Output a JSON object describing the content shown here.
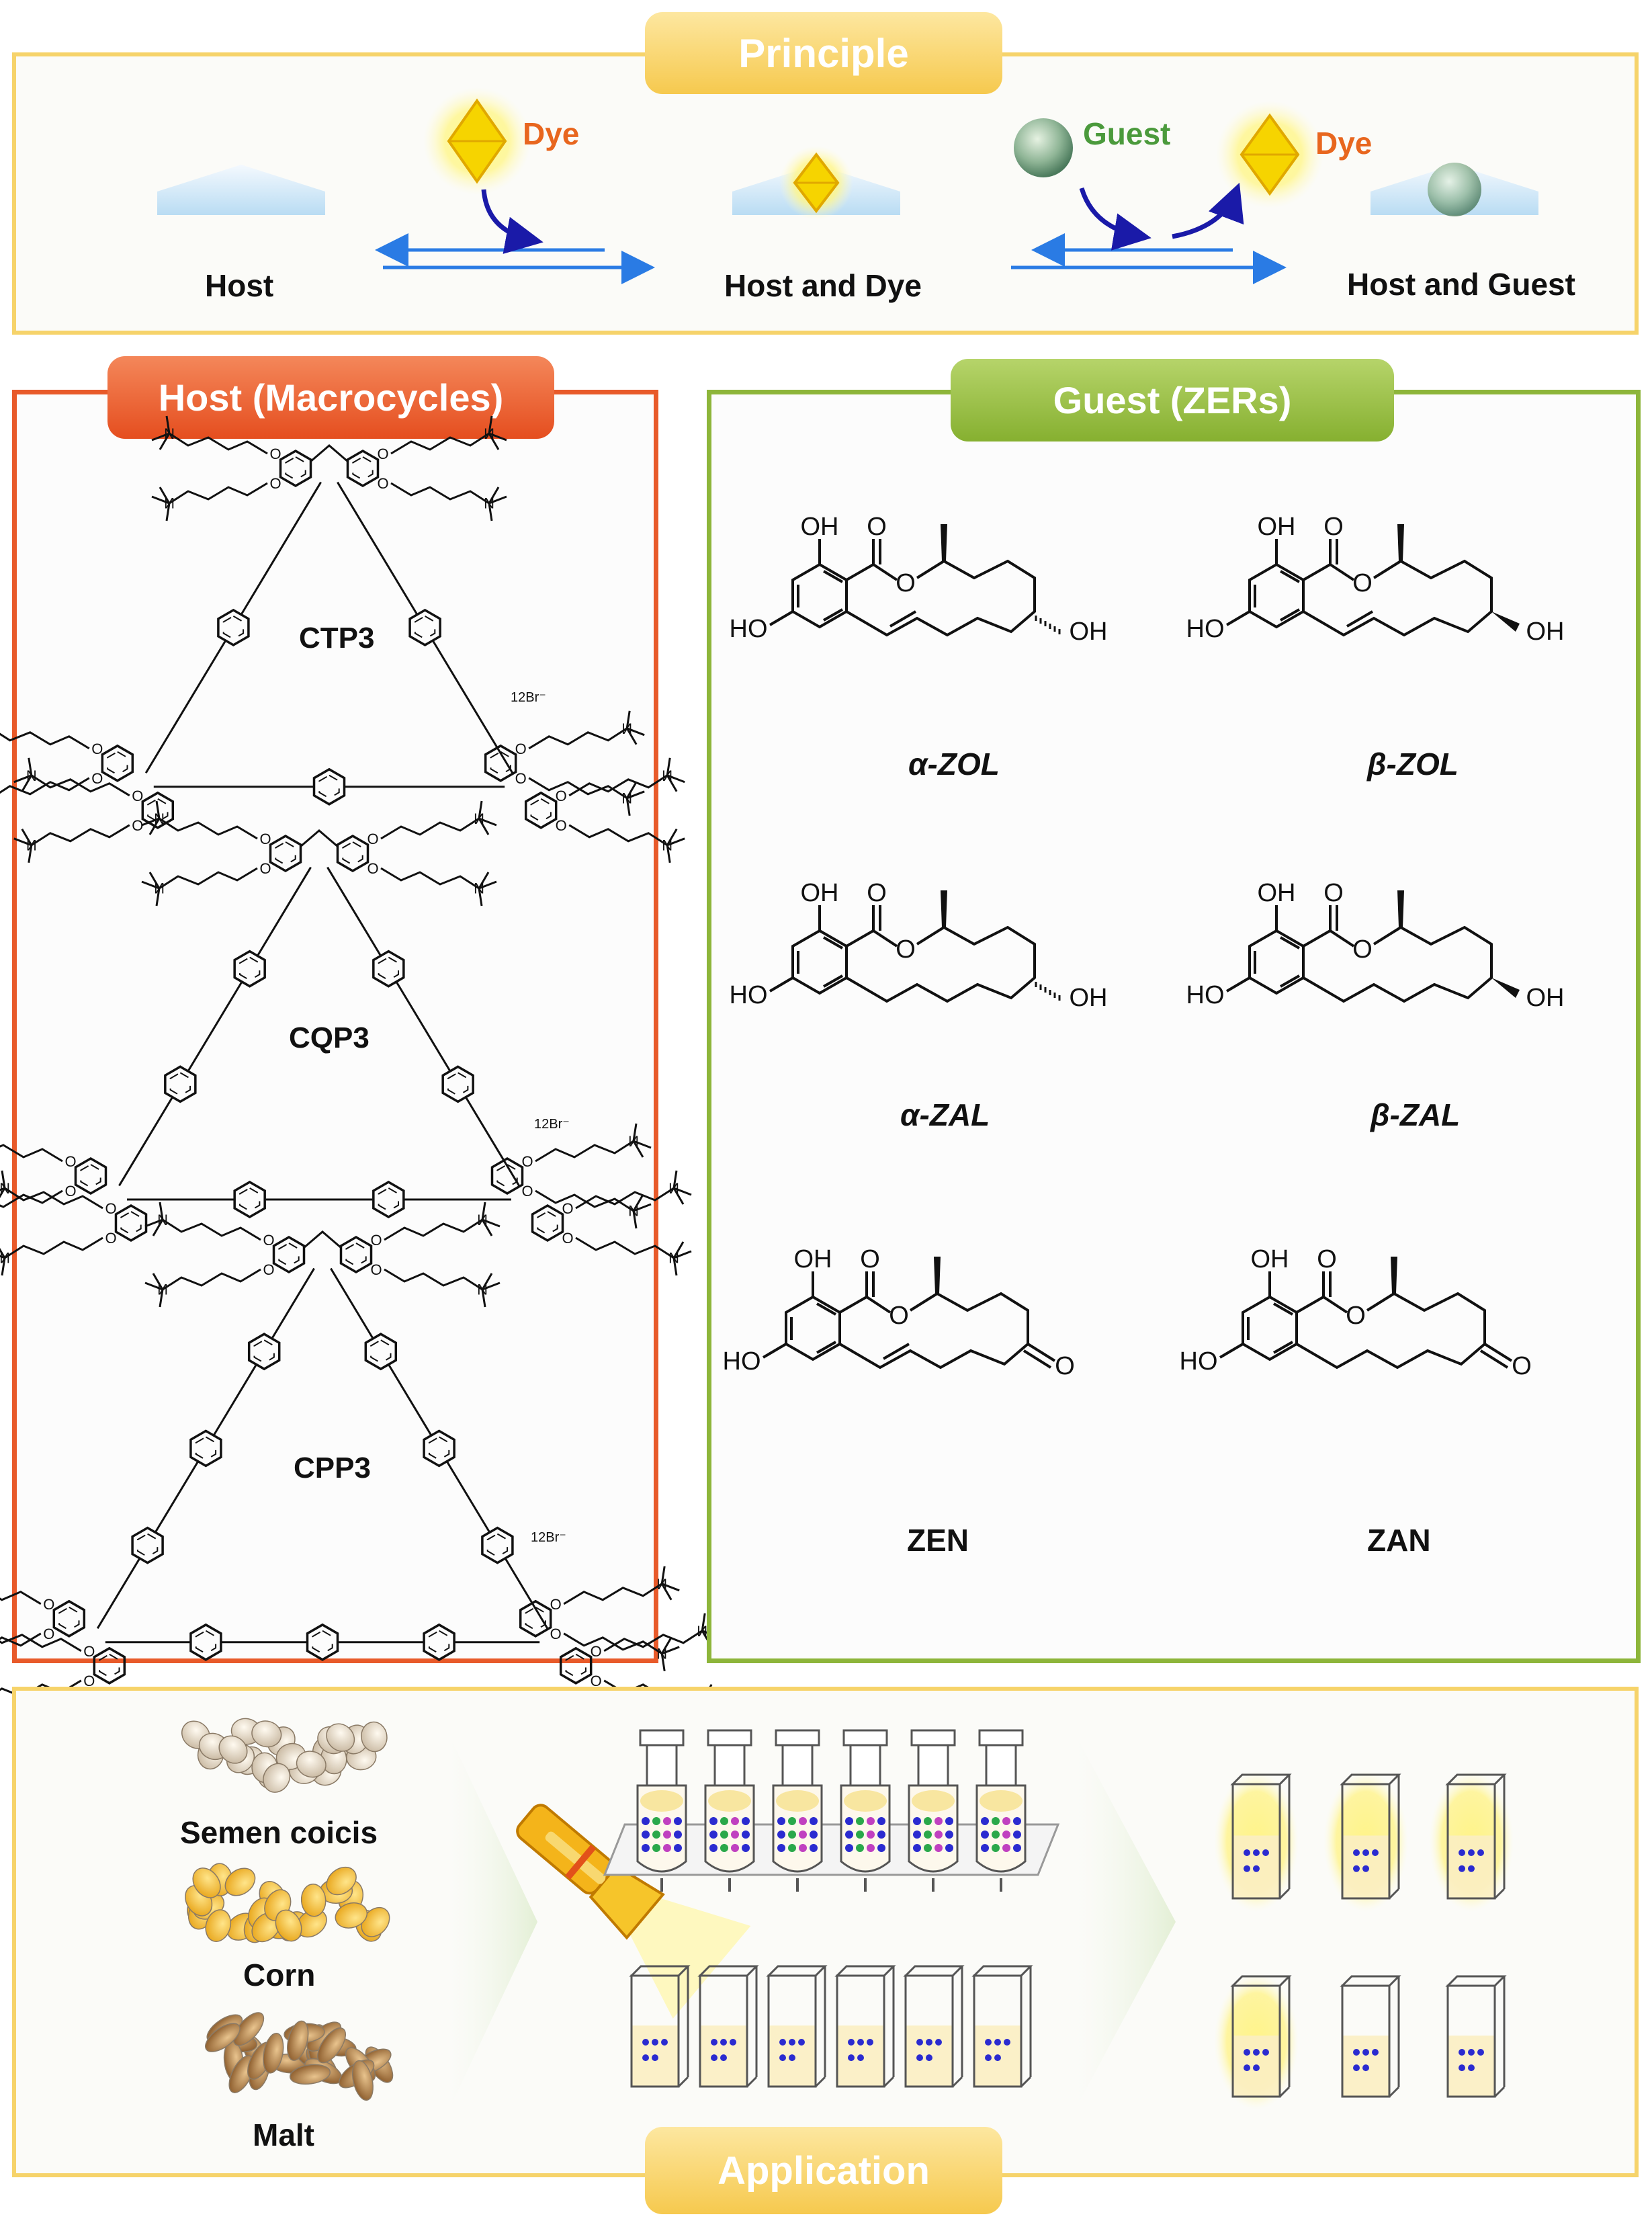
{
  "principle": {
    "title": "Principle",
    "host_label": "Host",
    "host_dye_label": "Host and Dye",
    "host_guest_label": "Host and Guest",
    "dye_label_1": "Dye",
    "guest_label": "Guest",
    "dye_label_2": "Dye"
  },
  "host_panel": {
    "title": "Host (Macrocycles)",
    "macrocycles": [
      {
        "name": "CTP3",
        "counterion": "12Br⁻"
      },
      {
        "name": "CQP3",
        "counterion": "12Br⁻"
      },
      {
        "name": "CPP3",
        "counterion": "12Br⁻"
      }
    ],
    "atom_labels": {
      "oxygen": "O",
      "ammonium": "N"
    }
  },
  "guest_panel": {
    "title": "Guest (ZERs)",
    "compounds": [
      "α-ZOL",
      "β-ZOL",
      "α-ZAL",
      "β-ZAL",
      "ZEN",
      "ZAN"
    ],
    "atom_labels": {
      "hydroxyl": "OH",
      "hydroxyl_left": "HO",
      "oxygen": "O"
    }
  },
  "application": {
    "title": "Application",
    "samples": [
      "Semen coicis",
      "Corn",
      "Malt"
    ]
  },
  "colors": {
    "yellow_frame": "#f6d36a",
    "principle_pill": "#f8d267",
    "orange": "#e85a2a",
    "green": "#8db53a",
    "arrow_blue": "#2a7be4",
    "curve_navy": "#1a1aa8",
    "dye_label": "#e8661e",
    "guest_label": "#4b9a3c"
  }
}
